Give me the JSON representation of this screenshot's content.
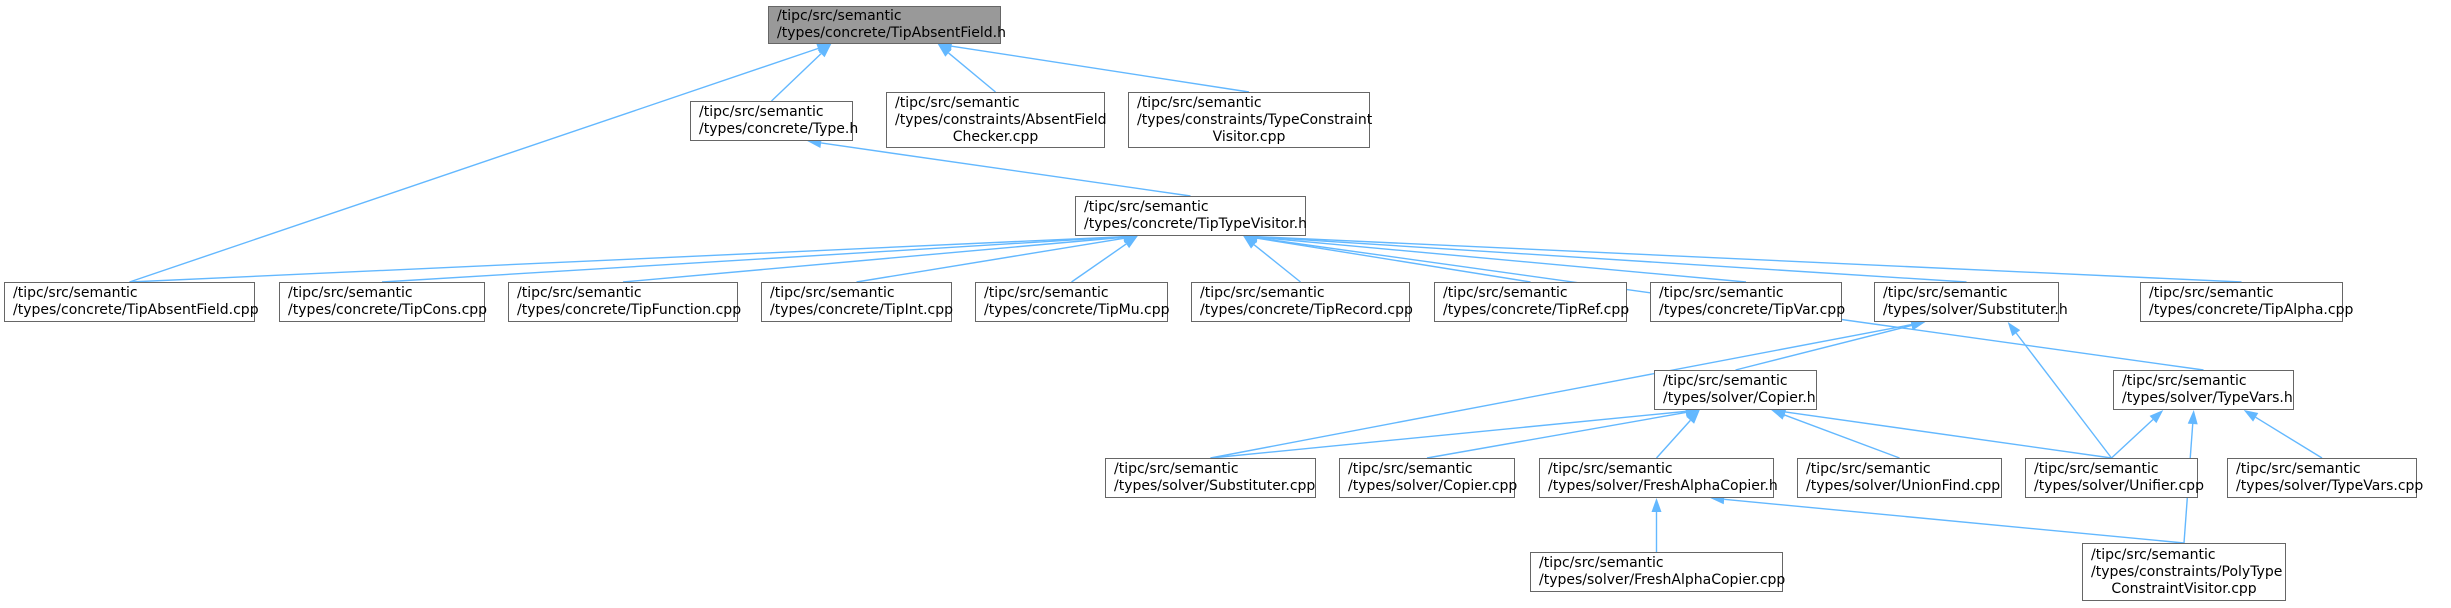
{
  "colors": {
    "edge": "#63b8ff",
    "border": "#666666",
    "root_fill": "#999999",
    "node_fill": "#ffffff"
  },
  "nodes": {
    "absent_h": {
      "lines": [
        "/tipc/src/semantic",
        "/types/concrete/TipAbsentField.h"
      ]
    },
    "type_h": {
      "lines": [
        "/tipc/src/semantic",
        "/types/concrete/Type.h"
      ]
    },
    "absent_chk": {
      "lines": [
        "/tipc/src/semantic",
        "/types/constraints/AbsentField",
        "Checker.cpp"
      ]
    },
    "tc_visitor": {
      "lines": [
        "/tipc/src/semantic",
        "/types/constraints/TypeConstraint",
        "Visitor.cpp"
      ]
    },
    "tiptypevis": {
      "lines": [
        "/tipc/src/semantic",
        "/types/concrete/TipTypeVisitor.h"
      ]
    },
    "absent_cpp": {
      "lines": [
        "/tipc/src/semantic",
        "/types/concrete/TipAbsentField.cpp"
      ]
    },
    "cons_cpp": {
      "lines": [
        "/tipc/src/semantic",
        "/types/concrete/TipCons.cpp"
      ]
    },
    "func_cpp": {
      "lines": [
        "/tipc/src/semantic",
        "/types/concrete/TipFunction.cpp"
      ]
    },
    "int_cpp": {
      "lines": [
        "/tipc/src/semantic",
        "/types/concrete/TipInt.cpp"
      ]
    },
    "mu_cpp": {
      "lines": [
        "/tipc/src/semantic",
        "/types/concrete/TipMu.cpp"
      ]
    },
    "record_cpp": {
      "lines": [
        "/tipc/src/semantic",
        "/types/concrete/TipRecord.cpp"
      ]
    },
    "ref_cpp": {
      "lines": [
        "/tipc/src/semantic",
        "/types/concrete/TipRef.cpp"
      ]
    },
    "var_cpp": {
      "lines": [
        "/tipc/src/semantic",
        "/types/concrete/TipVar.cpp"
      ]
    },
    "subst_h": {
      "lines": [
        "/tipc/src/semantic",
        "/types/solver/Substituter.h"
      ]
    },
    "alpha_cpp": {
      "lines": [
        "/tipc/src/semantic",
        "/types/concrete/TipAlpha.cpp"
      ]
    },
    "copier_h": {
      "lines": [
        "/tipc/src/semantic",
        "/types/solver/Copier.h"
      ]
    },
    "typevars_h": {
      "lines": [
        "/tipc/src/semantic",
        "/types/solver/TypeVars.h"
      ]
    },
    "subst_cpp": {
      "lines": [
        "/tipc/src/semantic",
        "/types/solver/Substituter.cpp"
      ]
    },
    "copier_cpp": {
      "lines": [
        "/tipc/src/semantic",
        "/types/solver/Copier.cpp"
      ]
    },
    "fresh_h": {
      "lines": [
        "/tipc/src/semantic",
        "/types/solver/FreshAlphaCopier.h"
      ]
    },
    "unionfind_cpp": {
      "lines": [
        "/tipc/src/semantic",
        "/types/solver/UnionFind.cpp"
      ]
    },
    "unifier_cpp": {
      "lines": [
        "/tipc/src/semantic",
        "/types/solver/Unifier.cpp"
      ]
    },
    "typevars_cpp": {
      "lines": [
        "/tipc/src/semantic",
        "/types/solver/TypeVars.cpp"
      ]
    },
    "fresh_cpp": {
      "lines": [
        "/tipc/src/semantic",
        "/types/solver/FreshAlphaCopier.cpp"
      ]
    },
    "polytype_cpp": {
      "lines": [
        "/tipc/src/semantic",
        "/types/constraints/PolyType",
        "ConstraintVisitor.cpp"
      ]
    }
  },
  "edges": [
    [
      "type_h",
      "absent_h"
    ],
    [
      "absent_chk",
      "absent_h"
    ],
    [
      "tc_visitor",
      "absent_h"
    ],
    [
      "absent_cpp",
      "absent_h"
    ],
    [
      "tiptypevis",
      "type_h"
    ],
    [
      "absent_cpp",
      "tiptypevis"
    ],
    [
      "cons_cpp",
      "tiptypevis"
    ],
    [
      "func_cpp",
      "tiptypevis"
    ],
    [
      "int_cpp",
      "tiptypevis"
    ],
    [
      "mu_cpp",
      "tiptypevis"
    ],
    [
      "record_cpp",
      "tiptypevis"
    ],
    [
      "ref_cpp",
      "tiptypevis"
    ],
    [
      "var_cpp",
      "tiptypevis"
    ],
    [
      "subst_h",
      "tiptypevis"
    ],
    [
      "alpha_cpp",
      "tiptypevis"
    ],
    [
      "typevars_h",
      "tiptypevis"
    ],
    [
      "copier_h",
      "subst_h"
    ],
    [
      "subst_cpp",
      "subst_h"
    ],
    [
      "unifier_cpp",
      "subst_h"
    ],
    [
      "subst_cpp",
      "copier_h"
    ],
    [
      "copier_cpp",
      "copier_h"
    ],
    [
      "fresh_h",
      "copier_h"
    ],
    [
      "unionfind_cpp",
      "copier_h"
    ],
    [
      "unifier_cpp",
      "copier_h"
    ],
    [
      "unifier_cpp",
      "typevars_h"
    ],
    [
      "typevars_cpp",
      "typevars_h"
    ],
    [
      "polytype_cpp",
      "typevars_h"
    ],
    [
      "fresh_cpp",
      "fresh_h"
    ],
    [
      "polytype_cpp",
      "fresh_h"
    ]
  ]
}
